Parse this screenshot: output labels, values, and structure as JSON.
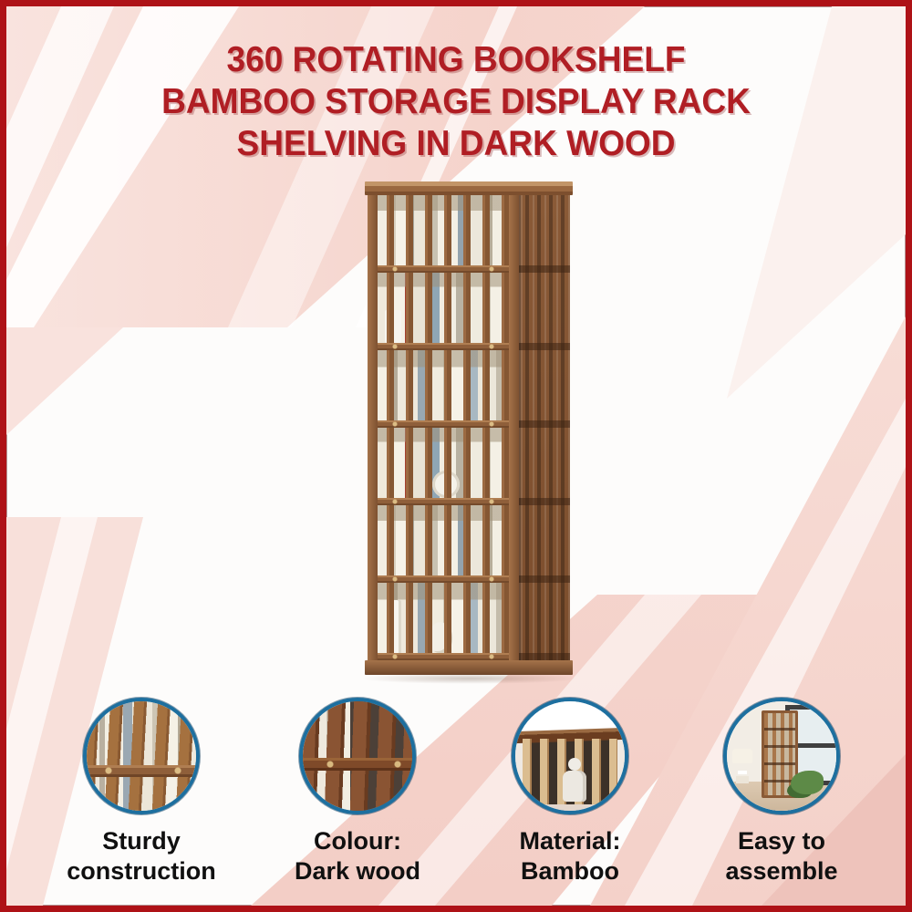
{
  "header": {
    "title_lines": [
      "360 ROTATING BOOKSHELF",
      "BAMBOO STORAGE DISPLAY RACK",
      "SHELVING IN DARK WOOD"
    ]
  },
  "product": {
    "description": "Tall six-tier slatted bamboo rotating bookshelf tower in dark wood, filled with books and ornaments",
    "shelf_levels": 6
  },
  "features": [
    {
      "id": "sturdy-construction",
      "label_lines": [
        "Sturdy",
        "construction"
      ]
    },
    {
      "id": "colour-dark-wood",
      "label_lines": [
        "Colour:",
        "Dark wood"
      ]
    },
    {
      "id": "material-bamboo",
      "label_lines": [
        "Material:",
        "Bamboo"
      ]
    },
    {
      "id": "easy-to-assemble",
      "label_lines": [
        "Easy to",
        "assemble"
      ]
    }
  ],
  "colors": {
    "title_red": "#b01e24",
    "frame_red": "#ae1217",
    "ring_blue": "#1d6f9f",
    "label_black": "#101010",
    "wood_brown": "#9a6a44",
    "accent_pink": "#f6d8d1"
  }
}
